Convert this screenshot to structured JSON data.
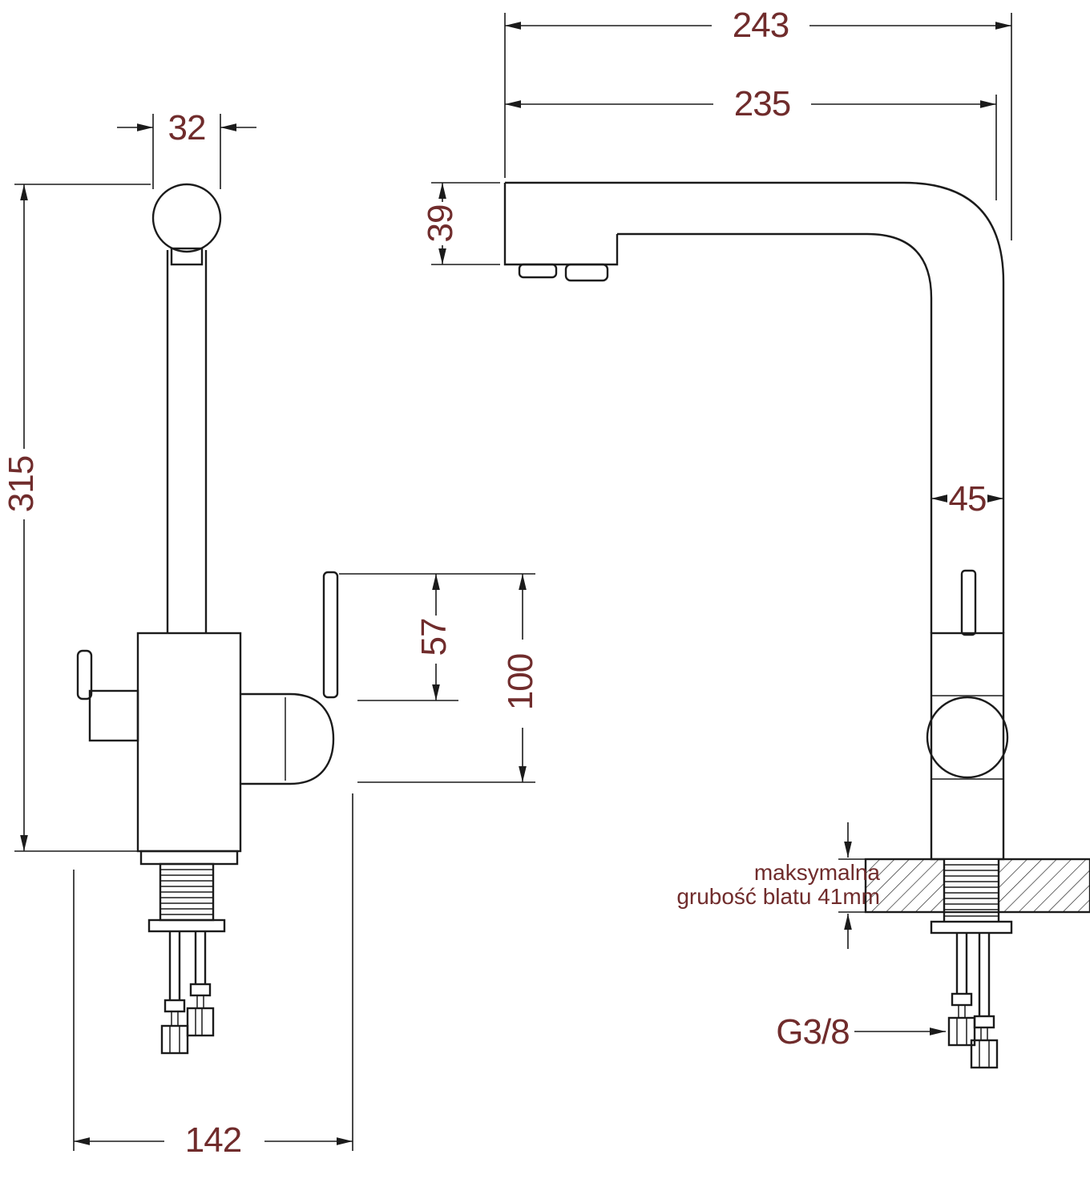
{
  "colors": {
    "line": "#1b1b1b",
    "dimension_text": "#702c2c",
    "background": "#ffffff"
  },
  "front_view": {
    "dim_head_width": "32",
    "dim_total_height": "315",
    "dim_lever_height": "57",
    "dim_body_height": "100",
    "dim_base_width": "142"
  },
  "side_view": {
    "dim_overall_reach": "243",
    "dim_spout_reach": "235",
    "dim_spout_height": "39",
    "dim_body_width": "45",
    "dim_thread": "G3/8",
    "counter_note_line1": "maksymalna",
    "counter_note_line2": "grubość blatu 41mm"
  }
}
